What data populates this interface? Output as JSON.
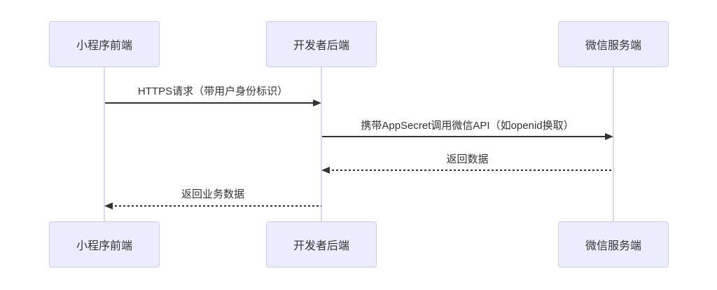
{
  "diagram": {
    "type": "sequence",
    "participants": [
      {
        "id": "miniprogram-frontend",
        "label": "小程序前端"
      },
      {
        "id": "developer-backend",
        "label": "开发者后端"
      },
      {
        "id": "wechat-server",
        "label": "微信服务端"
      }
    ],
    "messages": [
      {
        "from": "miniprogram-frontend",
        "to": "developer-backend",
        "label": "HTTPS请求（带用户身份标识）",
        "line": "solid",
        "direction": "right"
      },
      {
        "from": "developer-backend",
        "to": "wechat-server",
        "label": "携带AppSecret调用微信API（如openid换取）",
        "line": "solid",
        "direction": "right"
      },
      {
        "from": "wechat-server",
        "to": "developer-backend",
        "label": "返回数据",
        "line": "dashed",
        "direction": "left"
      },
      {
        "from": "developer-backend",
        "to": "miniprogram-frontend",
        "label": "返回业务数据",
        "line": "dashed",
        "direction": "left"
      }
    ],
    "colors": {
      "actor_fill": "#ECECFF",
      "actor_border": "#CCCCF0",
      "lifeline": "#D9D9EF",
      "arrow": "#333333",
      "text": "#333333",
      "background": "#FFFFFF"
    }
  }
}
